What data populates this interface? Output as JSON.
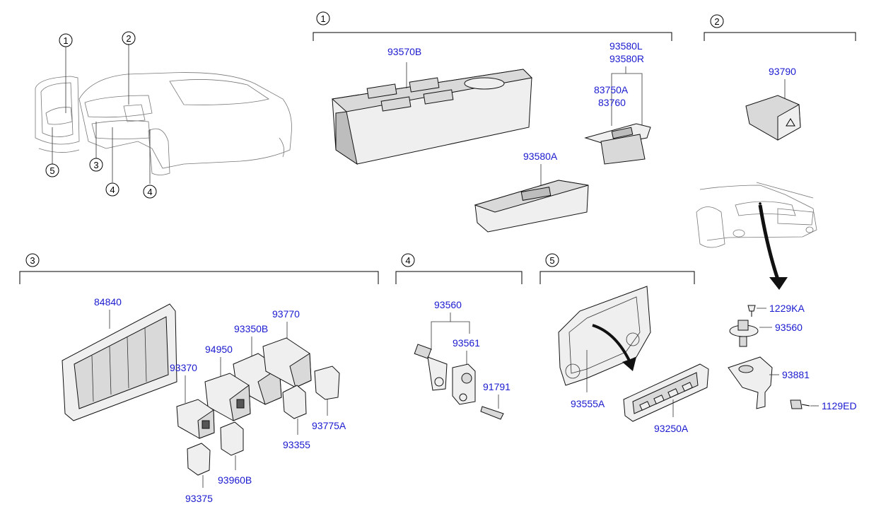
{
  "diagram": {
    "group_markers": {
      "g1_left": "1",
      "g2_left": "2",
      "g3_left": "3",
      "g4_left": "4",
      "g5_left": "5",
      "g4b_left": "4",
      "g1_top": "1",
      "g2_top": "2",
      "g3_sec": "3",
      "g4_sec": "4",
      "g5_sec": "5"
    },
    "parts": {
      "p93570B": "93570B",
      "p93580L": "93580L",
      "p93580R": "93580R",
      "p83750A": "83750A",
      "p83760": "83760",
      "p93790": "93790",
      "p93580A": "93580A",
      "p84840": "84840",
      "p93350B": "93350B",
      "p93770": "93770",
      "p94950": "94950",
      "p93370": "93370",
      "p93775A": "93775A",
      "p93355": "93355",
      "p93960B": "93960B",
      "p93375": "93375",
      "p93560a": "93560",
      "p93561": "93561",
      "p91791": "91791",
      "p93555A": "93555A",
      "p93250A": "93250A",
      "p1229KA": "1229KA",
      "p93560b": "93560",
      "p93881": "93881",
      "p1129ED": "1129ED"
    }
  }
}
